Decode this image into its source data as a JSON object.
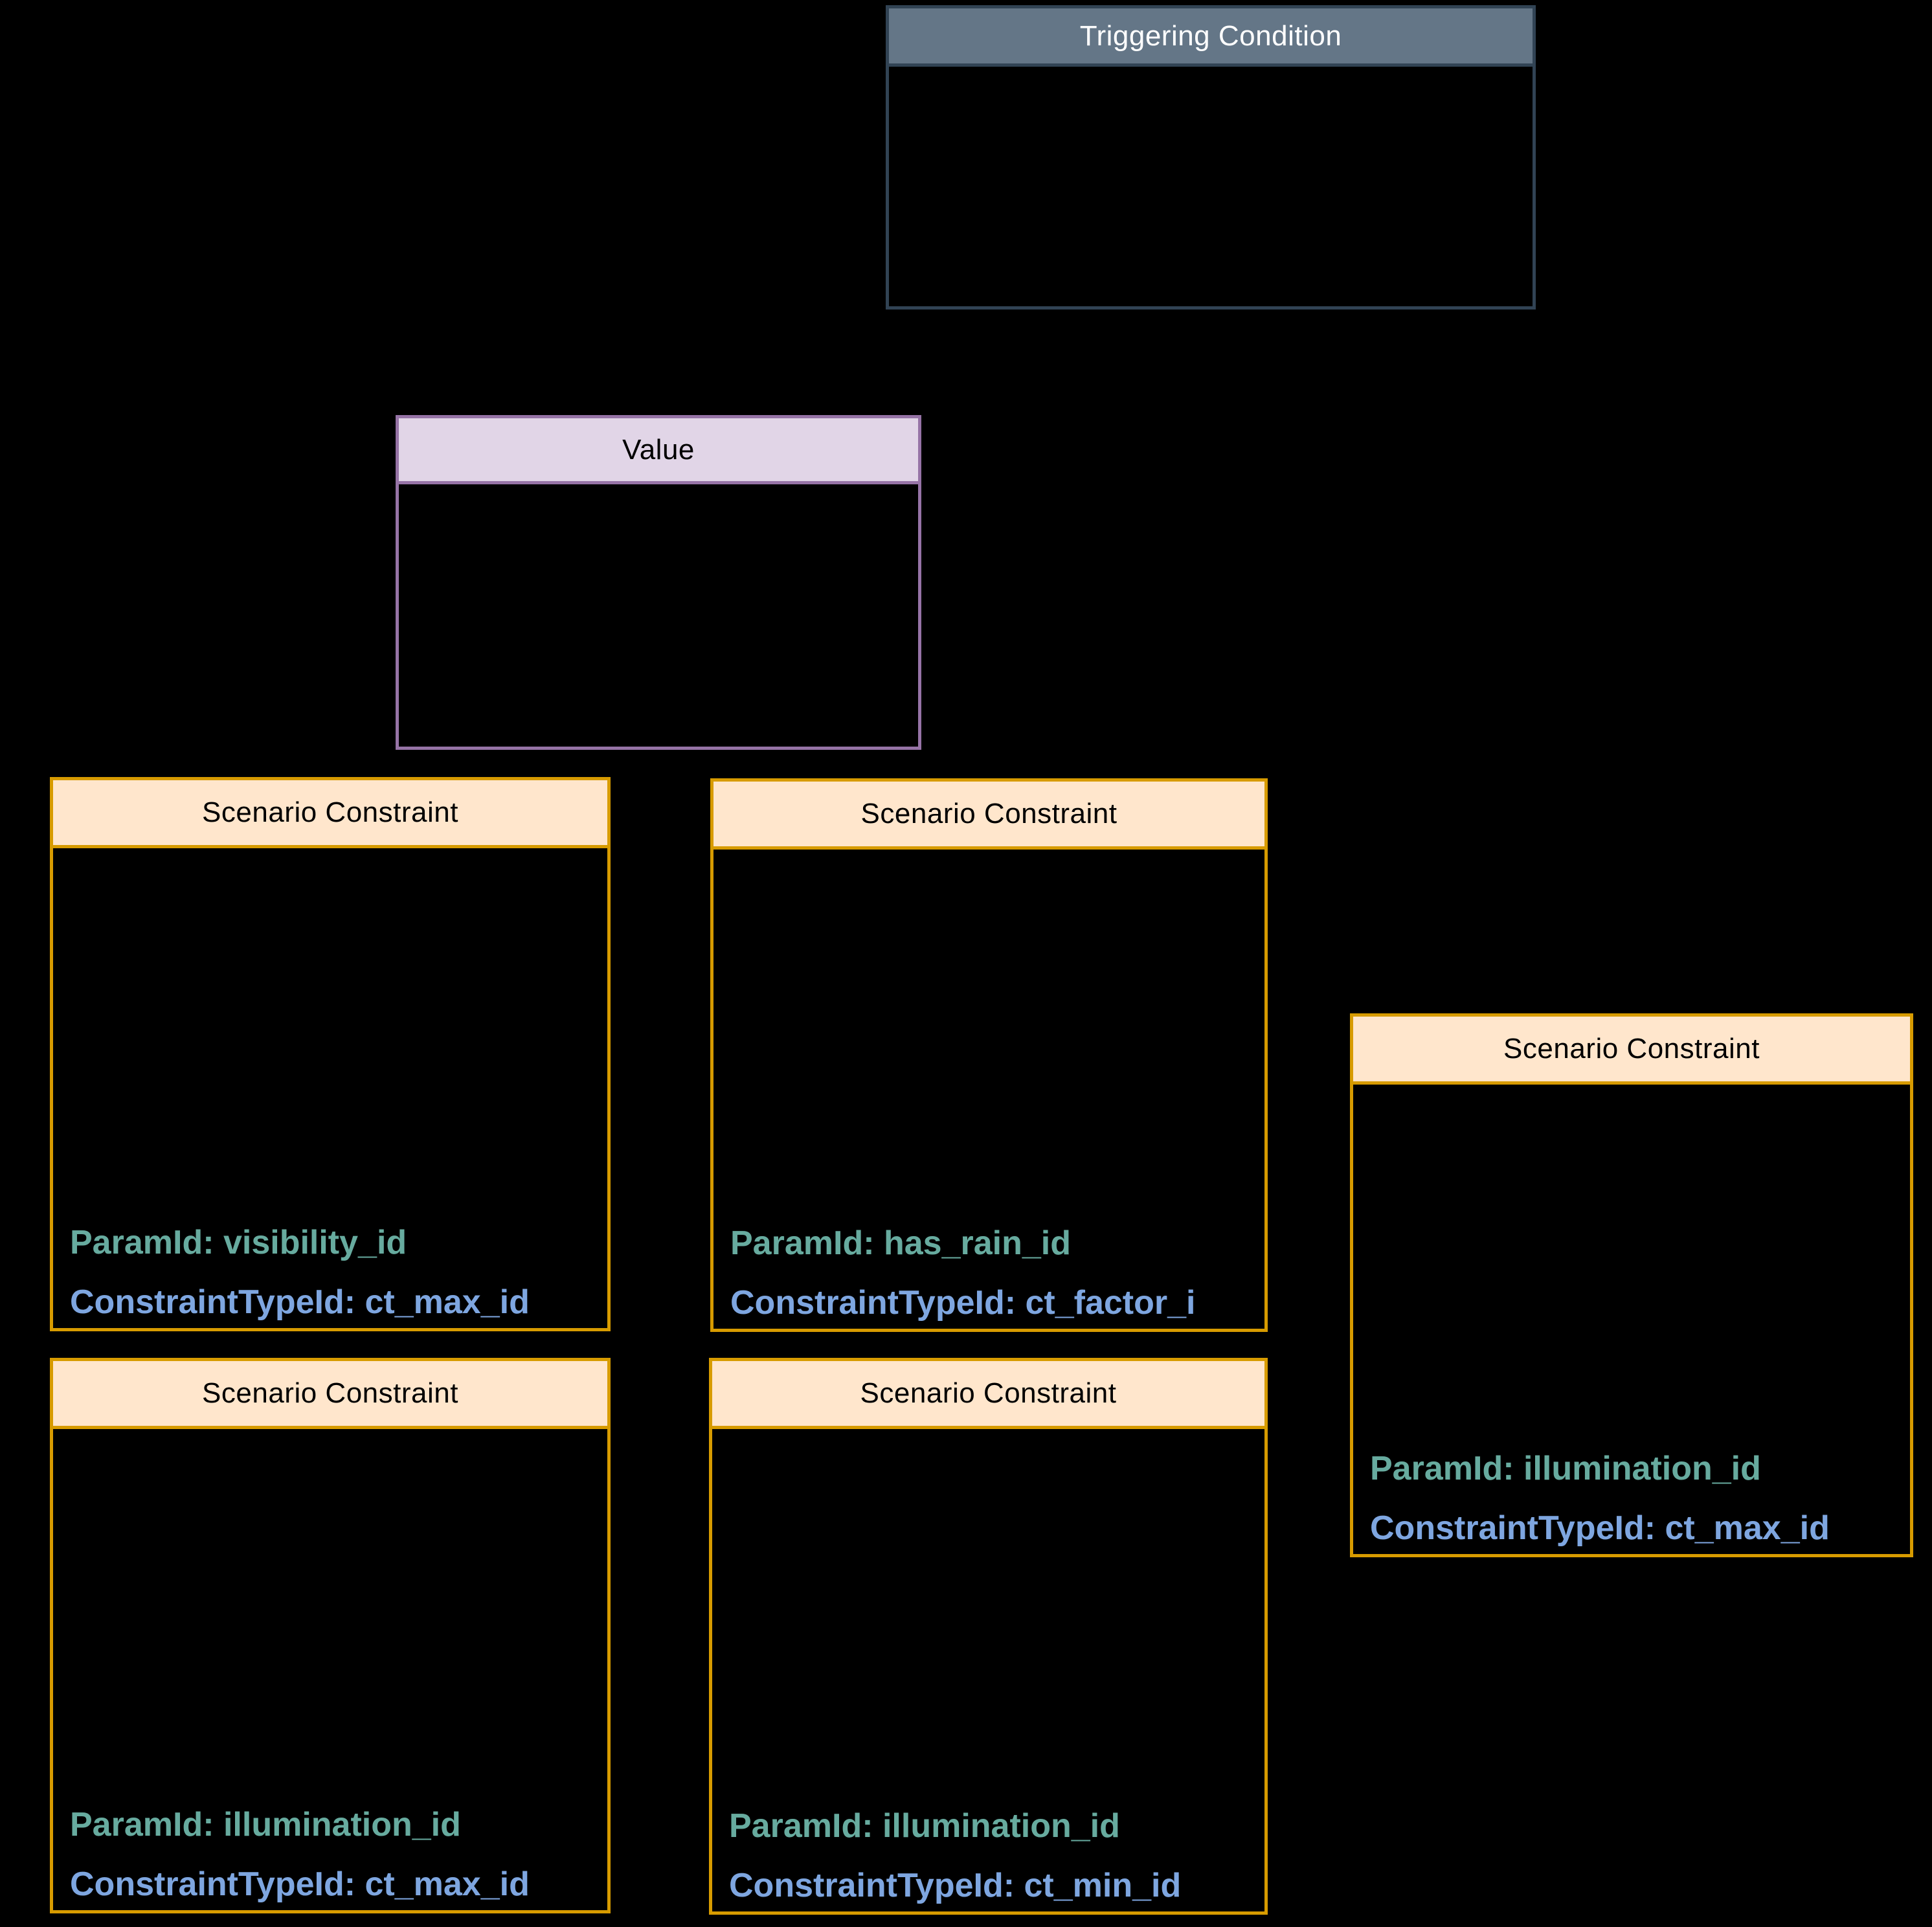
{
  "canvas": {
    "background_color": "#000000"
  },
  "palette": {
    "slate_header_fill": "#647687",
    "slate_border": "#314354",
    "slate_title_color": "#ffffff",
    "purple_header_fill": "#e1d5e7",
    "purple_border": "#9673a6",
    "orange_header_fill": "#ffe6cc",
    "orange_border": "#d79b00",
    "param_text_color": "#67ab9f",
    "constraint_text_color": "#7ea6e0"
  },
  "nodes": [
    {
      "title": "Triggering Condition",
      "attributes": []
    },
    {
      "title": "Value",
      "attributes": []
    },
    {
      "title": "Scenario Constraint",
      "attributes": [
        {
          "text": "ParamId: visibility_id"
        },
        {
          "text": "ConstraintTypeId: ct_max_id"
        }
      ]
    },
    {
      "title": "Scenario Constraint",
      "attributes": [
        {
          "text": "ParamId: has_rain_id"
        },
        {
          "text": "ConstraintTypeId: ct_factor_i"
        }
      ]
    },
    {
      "title": "Scenario Constraint",
      "attributes": [
        {
          "text": "ParamId: illumination_id"
        },
        {
          "text": "ConstraintTypeId: ct_max_id"
        }
      ]
    },
    {
      "title": "Scenario Constraint",
      "attributes": [
        {
          "text": "ParamId: illumination_id"
        },
        {
          "text": "ConstraintTypeId: ct_max_id"
        }
      ]
    },
    {
      "title": "Scenario Constraint",
      "attributes": [
        {
          "text": "ParamId: illumination_id"
        },
        {
          "text": "ConstraintTypeId: ct_min_id"
        }
      ]
    }
  ]
}
